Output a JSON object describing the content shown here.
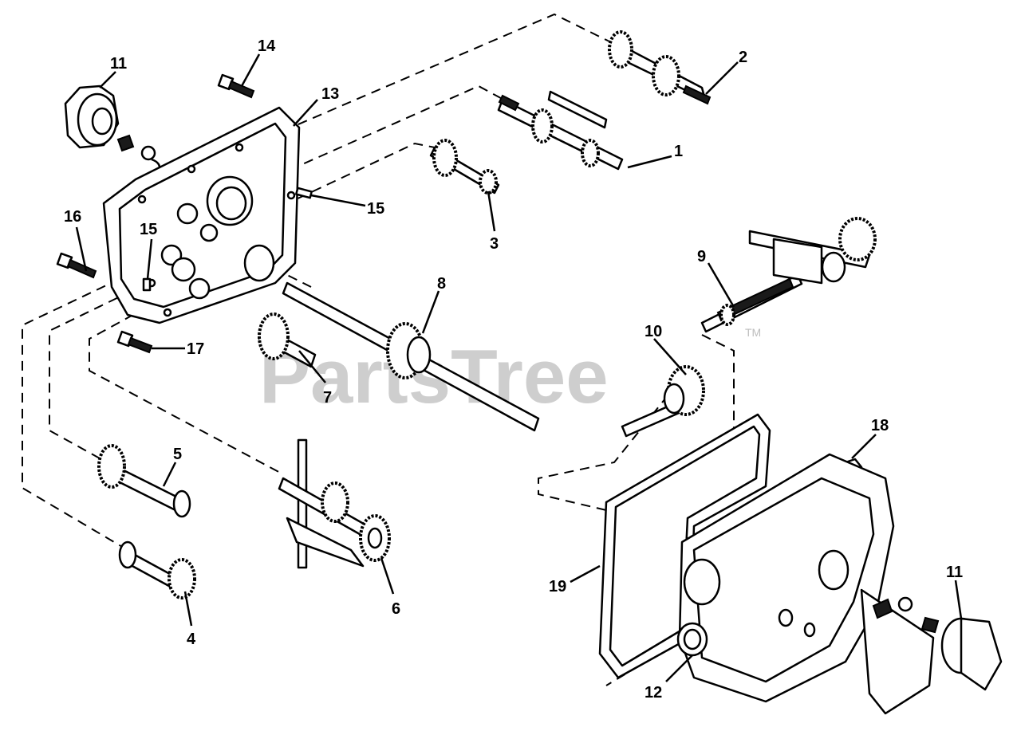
{
  "watermark": {
    "text": "PartsTree",
    "trademark": "TM"
  },
  "callouts": [
    "1",
    "2",
    "3",
    "4",
    "5",
    "6",
    "7",
    "8",
    "9",
    "10",
    "11",
    "11",
    "12",
    "13",
    "14",
    "15",
    "15",
    "16",
    "17",
    "18",
    "19"
  ]
}
